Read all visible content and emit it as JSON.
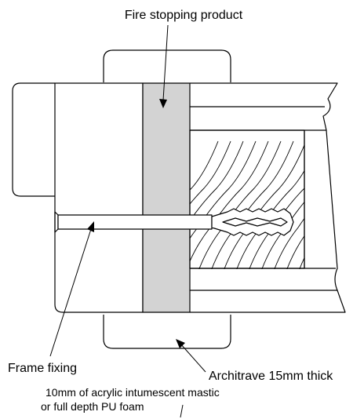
{
  "labels": {
    "fire_stopping": "Fire stopping product",
    "frame_fixing": "Frame fixing",
    "architrave": "Architrave 15mm thick",
    "mastic_line1": "10mm of acrylic intumescent mastic",
    "mastic_line2": "or full depth PU foam"
  },
  "colors": {
    "line": "#000000",
    "background": "#ffffff",
    "fire_stopping_fill": "#d3d3d3"
  }
}
